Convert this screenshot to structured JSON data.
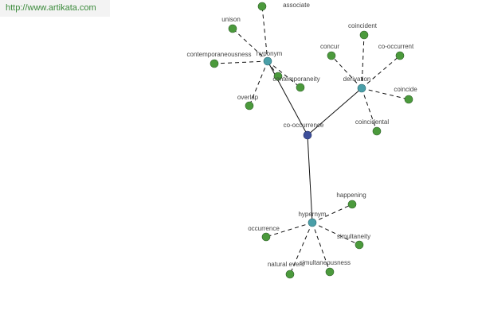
{
  "site": {
    "url": "http://www.artikata.com"
  },
  "colors": {
    "leaf": "#4b9a3c",
    "relation": "#4a9fa8",
    "center": "#3d4f9a",
    "edge": "#111111"
  },
  "graph": {
    "center": {
      "id": "center",
      "label": "co-occurrence"
    },
    "relations": [
      {
        "id": "hyponym",
        "label": "hyponym",
        "words": [
          "associate",
          "unison",
          "contemporaneousness",
          "contemporaneity",
          "overlap",
          ""
        ]
      },
      {
        "id": "derivation",
        "label": "derivation",
        "words": [
          "coincident",
          "concur",
          "co-occurrent",
          "coincide",
          "coincidental"
        ]
      },
      {
        "id": "hypernym",
        "label": "hypernym",
        "words": [
          "happening",
          "occurrence",
          "simultaneity",
          "natural event",
          "simultaneousness"
        ]
      }
    ]
  }
}
